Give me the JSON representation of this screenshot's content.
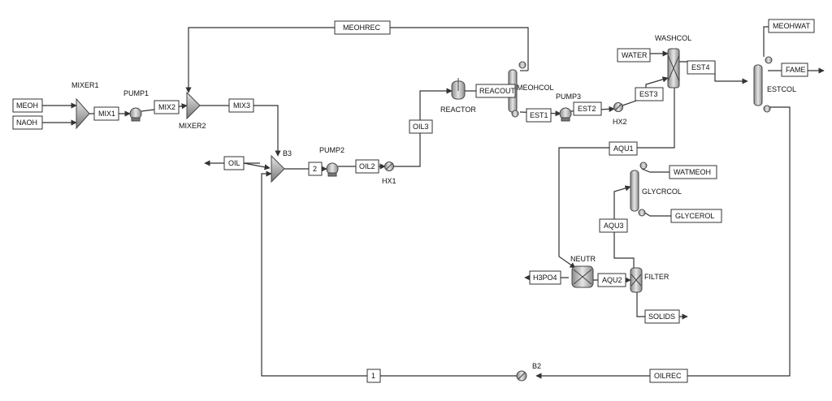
{
  "blocks": {
    "mixer1": "MIXER1",
    "pump1": "PUMP1",
    "mixer2": "MIXER2",
    "b3": "B3",
    "pump2": "PUMP2",
    "hx1": "HX1",
    "reactor": "REACTOR",
    "meohcol": "MEOHCOL",
    "pump3": "PUMP3",
    "hx2": "HX2",
    "washcol": "WASHCOL",
    "estcol": "ESTCOL",
    "glycrcol": "GLYCRCOL",
    "neutr": "NEUTR",
    "filter": "FILTER",
    "b2": "B2"
  },
  "streams": {
    "meoh": "MEOH",
    "naoh": "NAOH",
    "mix1": "MIX1",
    "mix2": "MIX2",
    "mix3": "MIX3",
    "meohrec": "MEOHREC",
    "oil": "OIL",
    "s2": "2",
    "oil2": "OIL2",
    "oil3": "OIL3",
    "reacout": "REACOUT",
    "est1": "EST1",
    "est2": "EST2",
    "est3": "EST3",
    "water": "WATER",
    "est4": "EST4",
    "meohwat": "MEOHWAT",
    "fame": "FAME",
    "aqu1": "AQU1",
    "watmeoh": "WATMEOH",
    "glycerol": "GLYCEROL",
    "aqu3": "AQU3",
    "h3po4": "H3PO4",
    "aqu2": "AQU2",
    "solids": "SOLIDS",
    "s1": "1",
    "oilrec": "OILREC"
  },
  "colors": {
    "line": "#333333",
    "equipment_fill": "#c9c9c9"
  }
}
